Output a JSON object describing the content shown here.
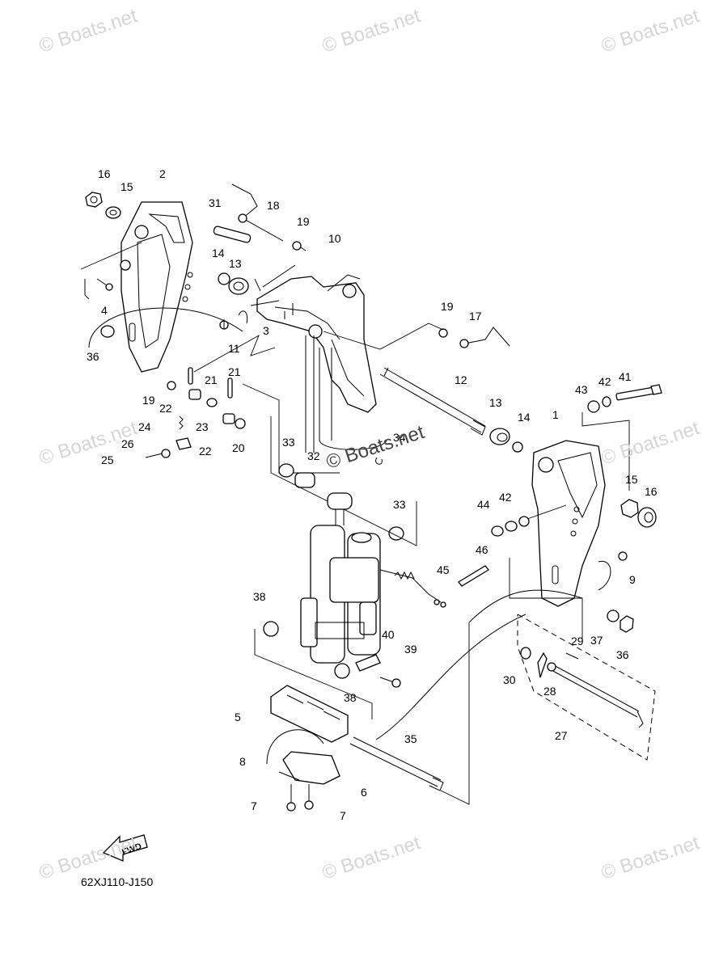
{
  "watermark": "© Boats.net",
  "diagram_code": "62XJ110-J150",
  "fwd_label": "FWD",
  "callouts": [
    "1",
    "2",
    "3",
    "4",
    "5",
    "6",
    "7",
    "7",
    "8",
    "9",
    "10",
    "11",
    "12",
    "13",
    "13",
    "14",
    "14",
    "15",
    "15",
    "16",
    "16",
    "17",
    "18",
    "19",
    "19",
    "19",
    "20",
    "21",
    "21",
    "22",
    "22",
    "23",
    "24",
    "25",
    "26",
    "27",
    "28",
    "29",
    "30",
    "31",
    "32",
    "33",
    "33",
    "34",
    "35",
    "36",
    "36",
    "37",
    "38",
    "38",
    "39",
    "40",
    "41",
    "42",
    "42",
    "43",
    "44",
    "45",
    "46"
  ]
}
